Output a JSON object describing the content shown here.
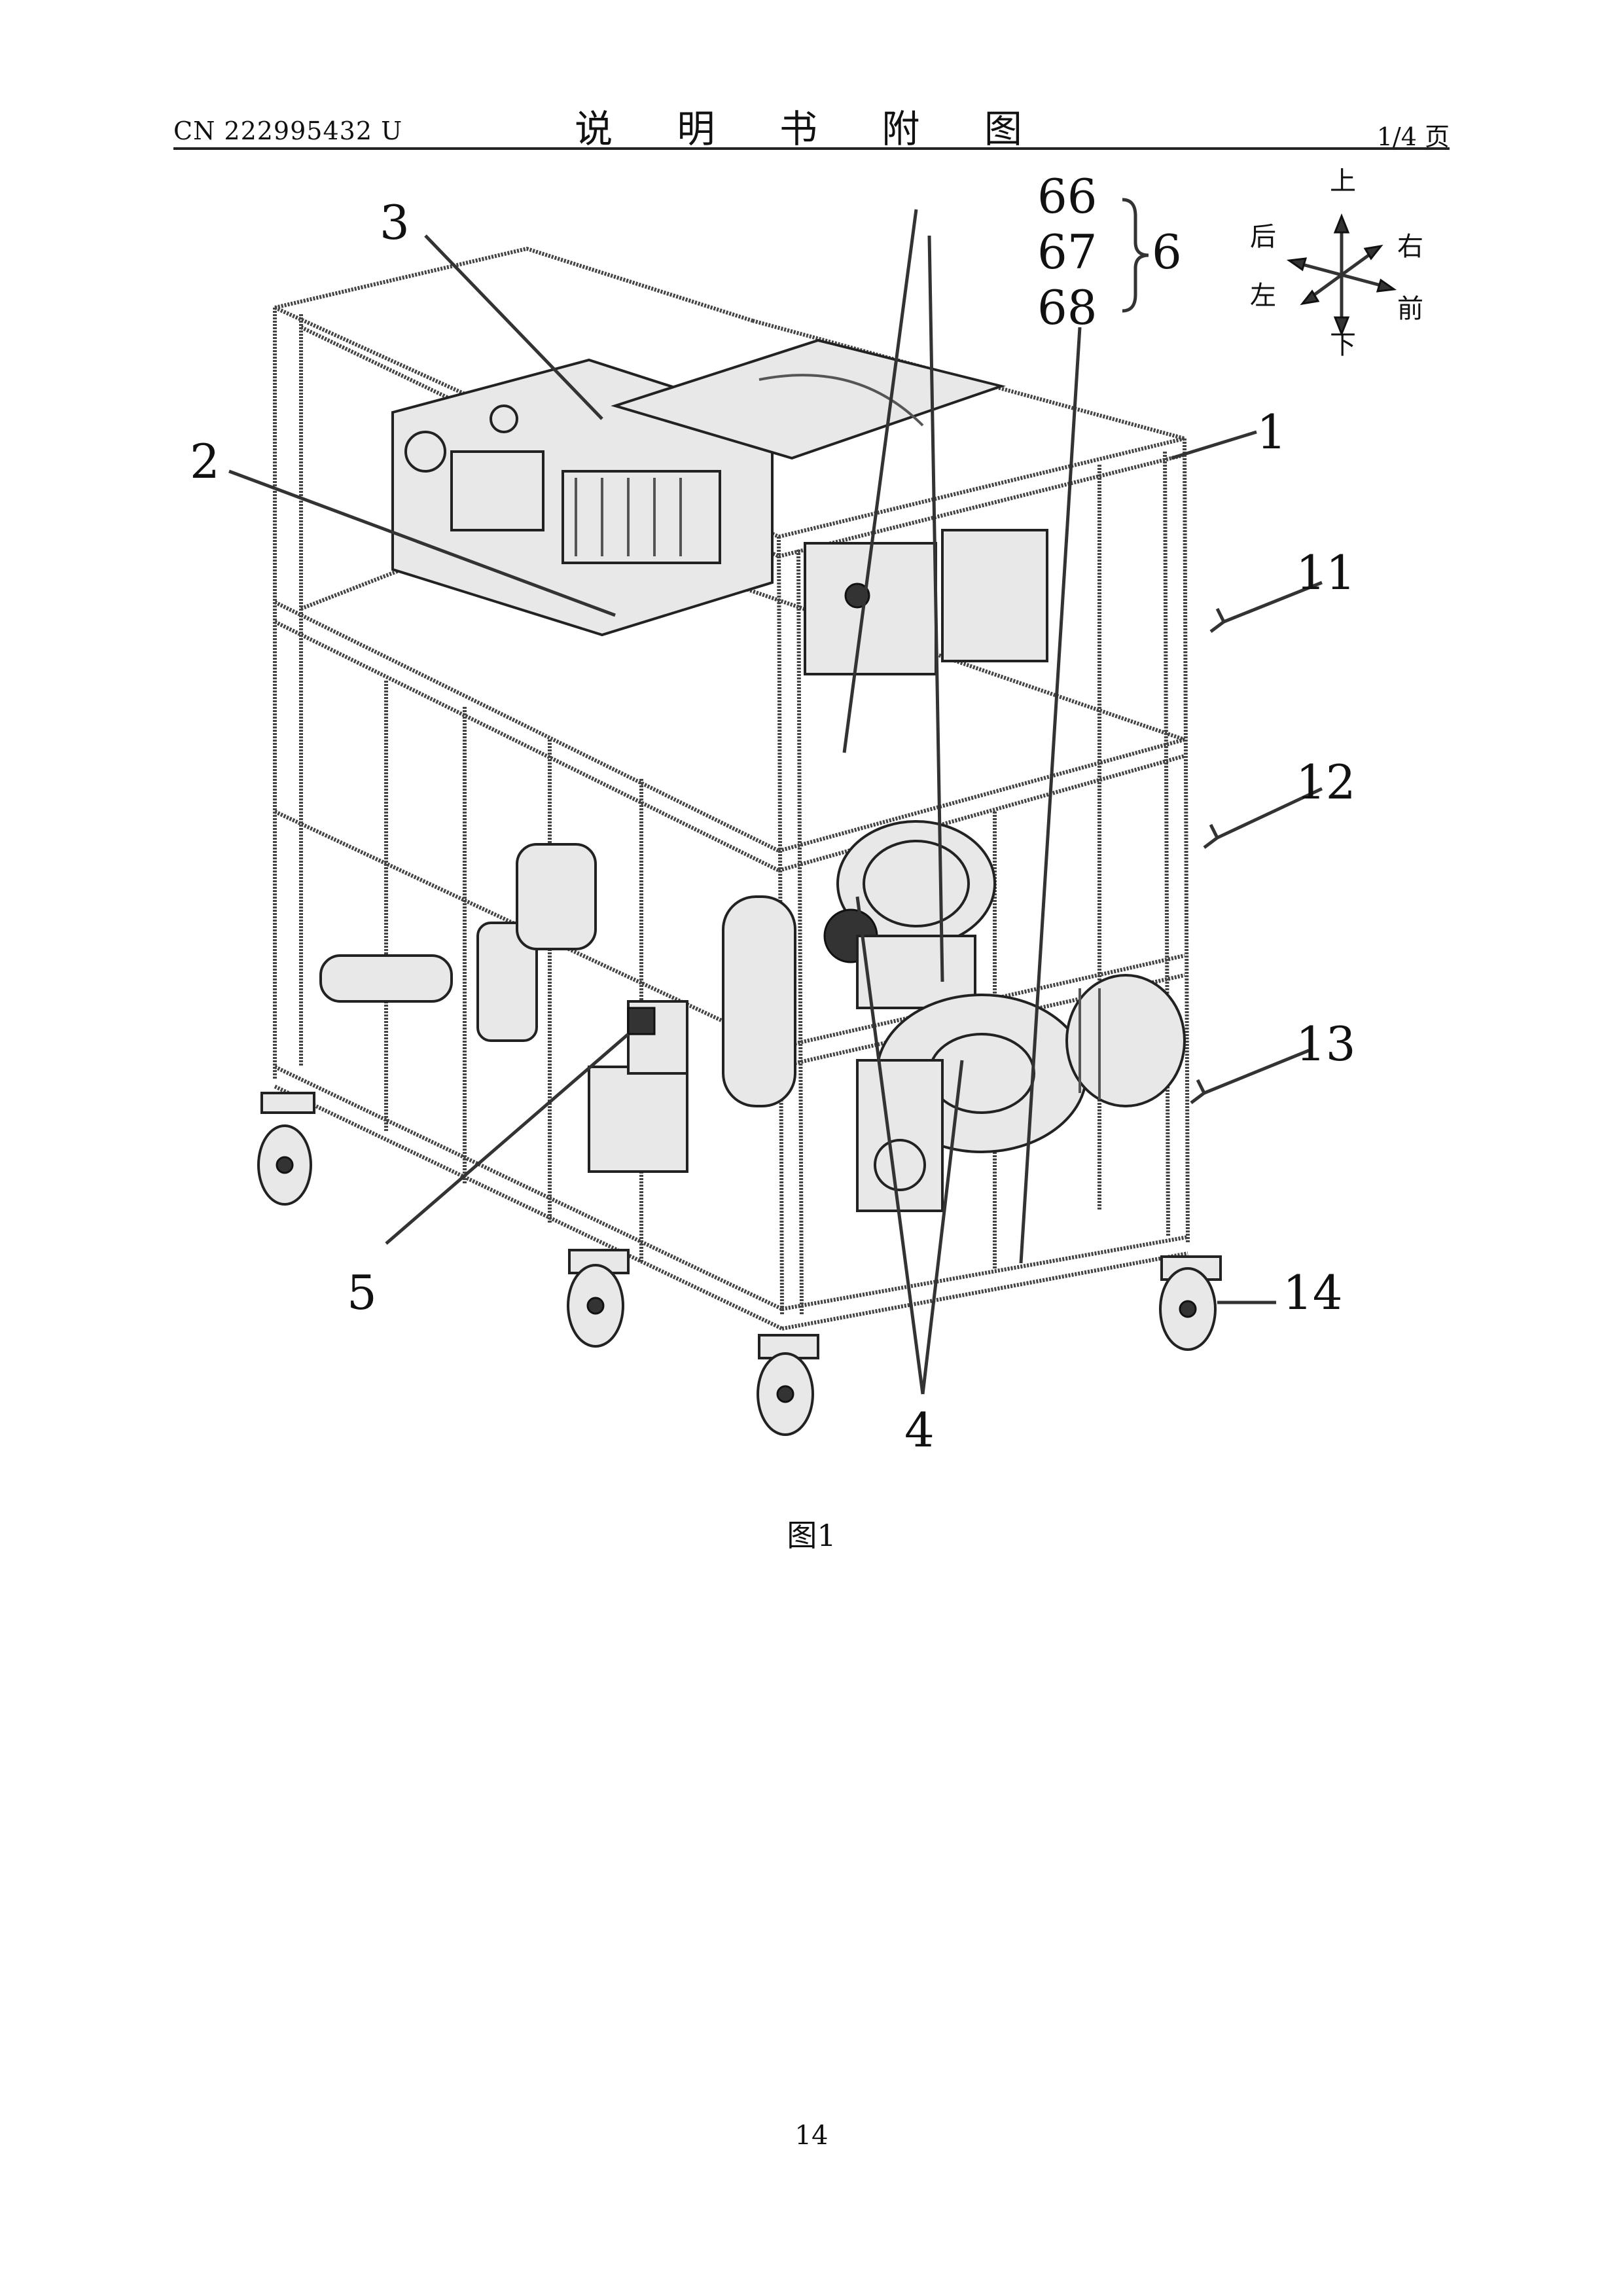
{
  "header": {
    "doc_number": "CN 222995432 U",
    "title": "说 明 书 附 图",
    "page_of": "1/4 页"
  },
  "figure": {
    "callouts": {
      "c1": "1",
      "c2": "2",
      "c3": "3",
      "c4": "4",
      "c5": "5",
      "c6": "6",
      "c11": "11",
      "c12": "12",
      "c13": "13",
      "c14": "14",
      "c66": "66",
      "c67": "67",
      "c68": "68"
    },
    "orientation": {
      "up": "上",
      "down": "下",
      "left": "左",
      "right": "右",
      "front": "前",
      "back": "后"
    },
    "caption": "图1"
  },
  "footer": {
    "page_number": "14"
  }
}
